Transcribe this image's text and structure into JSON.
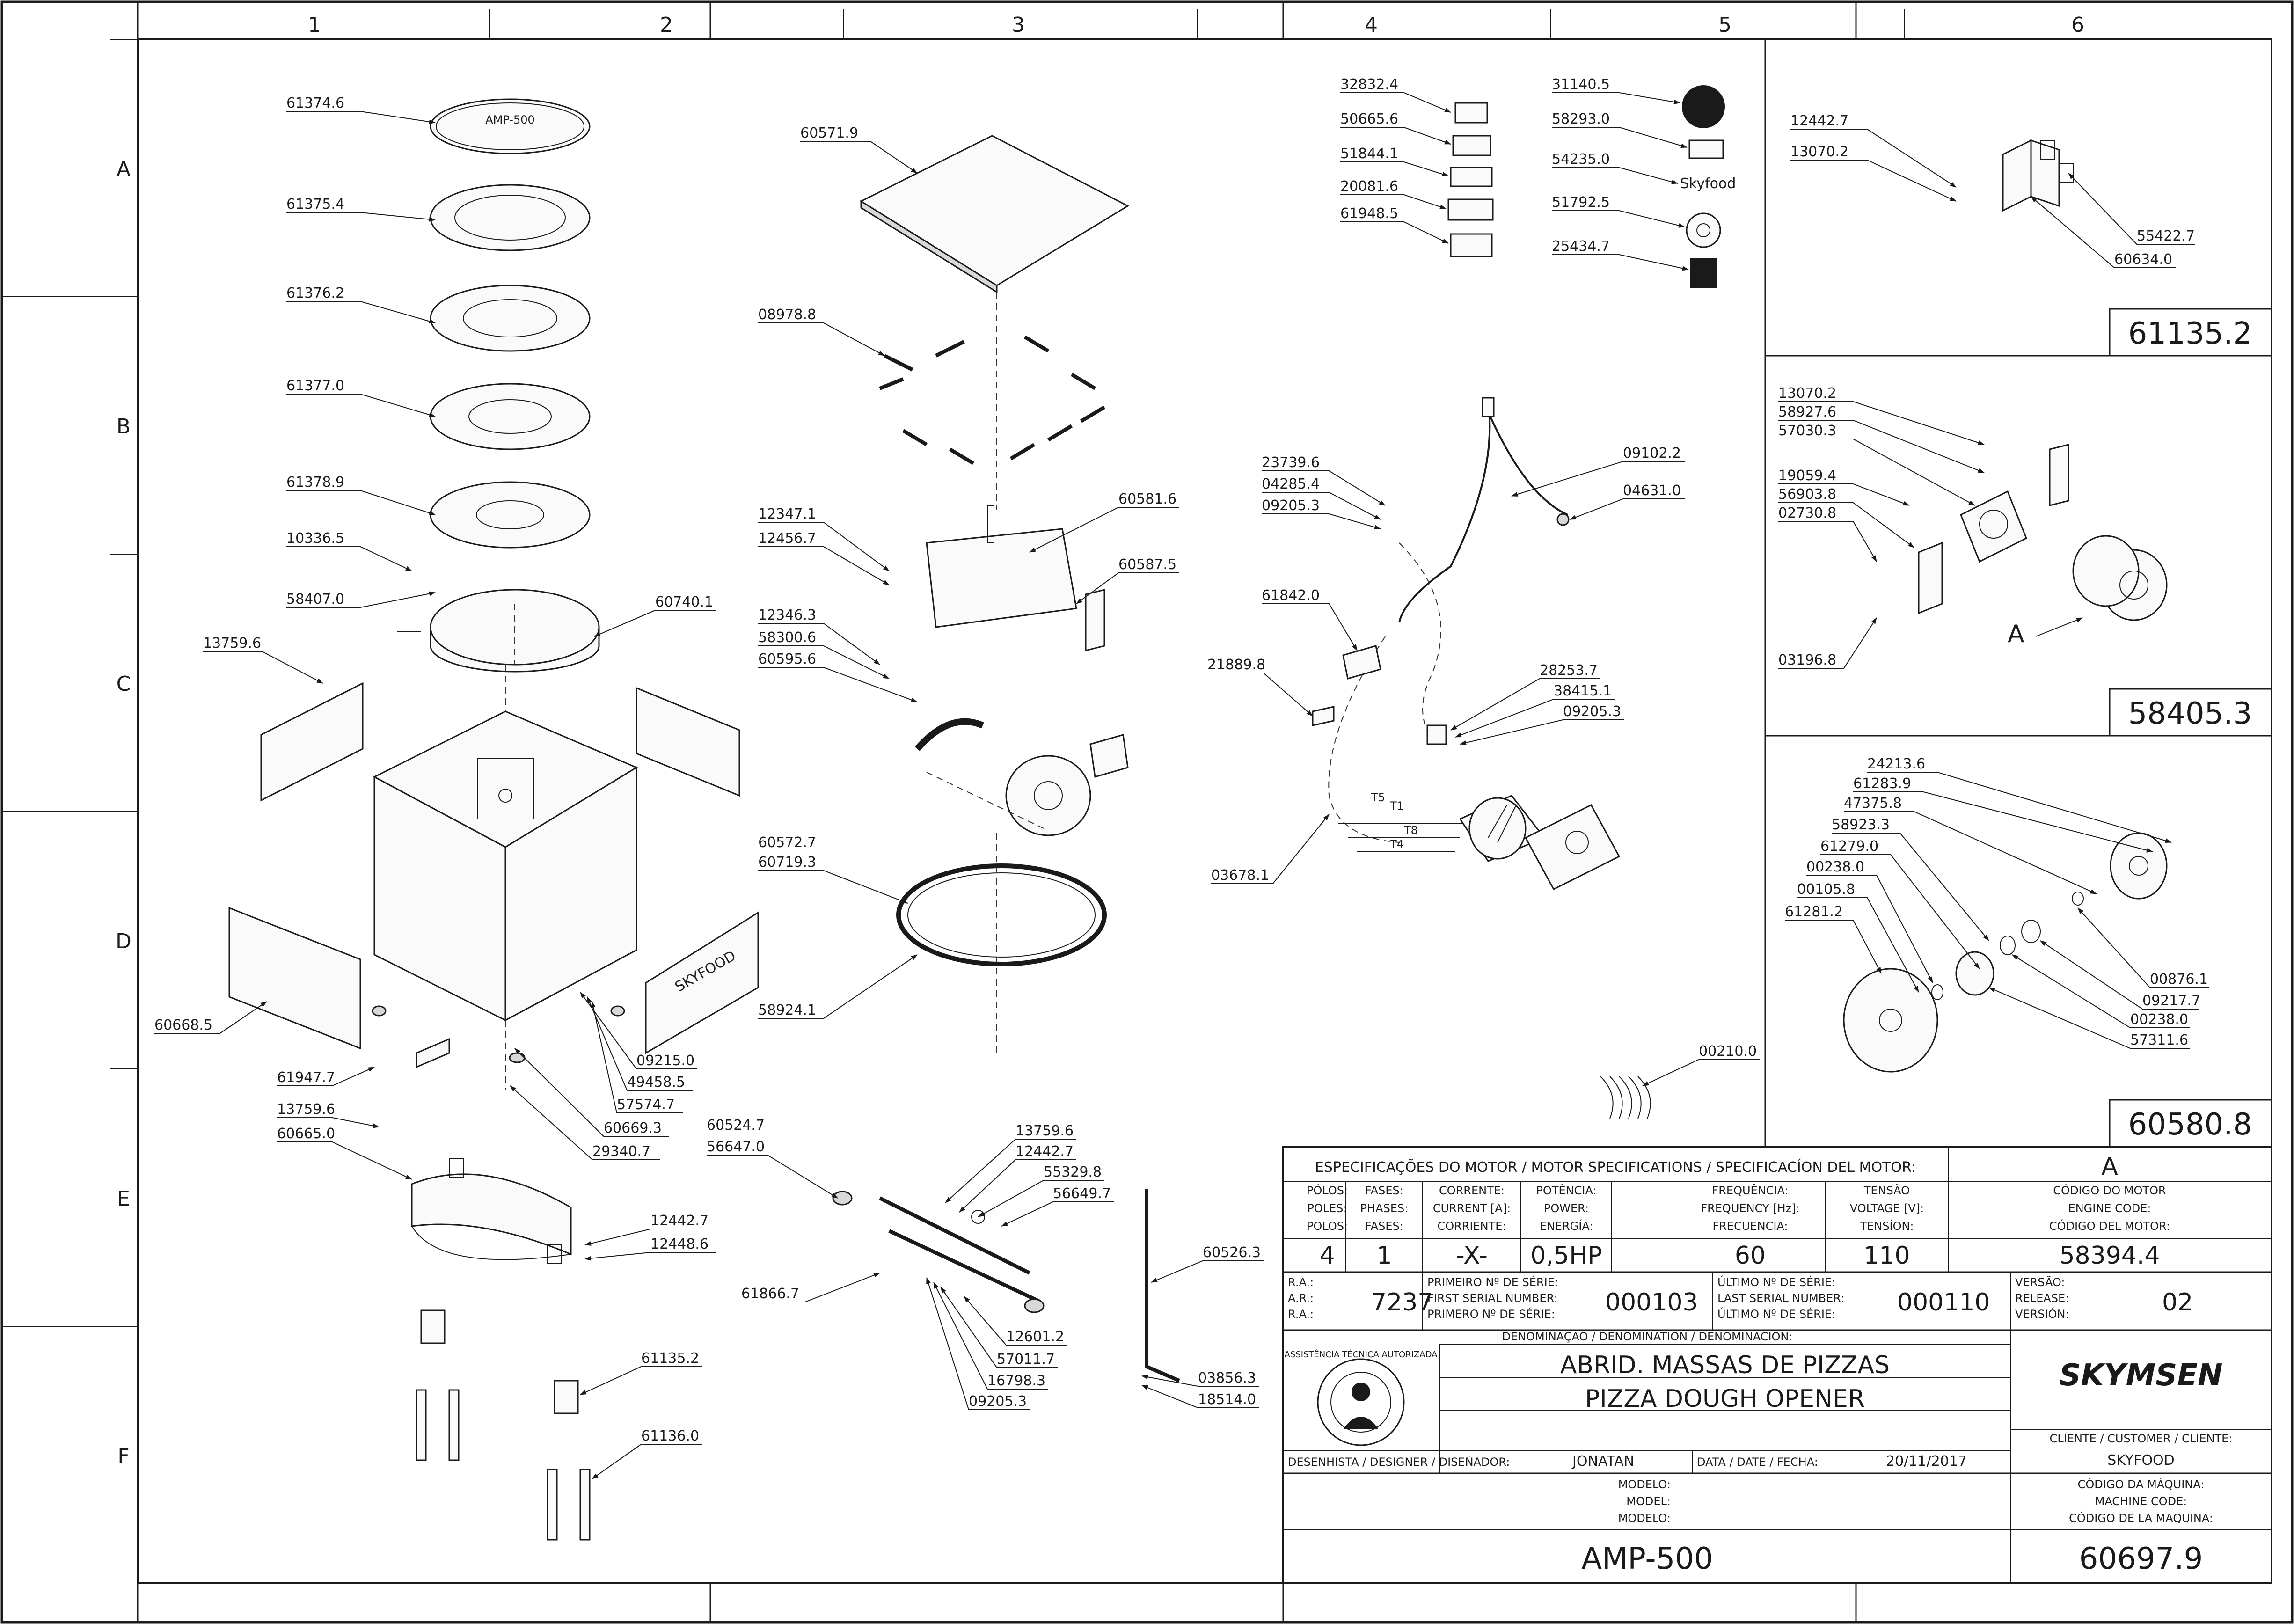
{
  "grid": {
    "columns": [
      "1",
      "2",
      "3",
      "4",
      "5",
      "6"
    ],
    "rows": [
      "A",
      "B",
      "C",
      "D",
      "E",
      "F"
    ]
  },
  "callouts": {
    "c61374_6": "61374.6",
    "c61375_4": "61375.4",
    "c61376_2": "61376.2",
    "c61377_0": "61377.0",
    "c61378_9": "61378.9",
    "c10336_5": "10336.5",
    "c58407_0": "58407.0",
    "c60740_1": "60740.1",
    "c13759_6a": "13759.6",
    "c60668_5": "60668.5",
    "c60669_3": "60669.3",
    "c29340_7": "29340.7",
    "c09215_0": "09215.0",
    "c49458_5": "49458.5",
    "c57574_7": "57574.7",
    "c61947_7": "61947.7",
    "c13759_6b": "13759.6",
    "c60665_0": "60665.0",
    "c12442_7a": "12442.7",
    "c12448_6": "12448.6",
    "c61135_2a": "61135.2",
    "c61136_0": "61136.0",
    "c60571_9": "60571.9",
    "c08978_8": "08978.8",
    "c12347_1": "12347.1",
    "c12456_7": "12456.7",
    "c60581_6": "60581.6",
    "c60587_5": "60587.5",
    "c12346_3": "12346.3",
    "c58300_6": "58300.6",
    "c60595_6": "60595.6",
    "c60572_7": "60572.7",
    "c60719_3": "60719.3",
    "c58924_1": "58924.1",
    "c60524_7": "60524.7",
    "c56647_0": "56647.0",
    "c13759_6c": "13759.6",
    "c12442_7b": "12442.7",
    "c55329_8": "55329.8",
    "c56649_7": "56649.7",
    "c60526_3": "60526.3",
    "c61866_7": "61866.7",
    "c12601_2": "12601.2",
    "c57011_7": "57011.7",
    "c16798_3": "16798.3",
    "c09205_3a": "09205.3",
    "c03856_3": "03856.3",
    "c18514_0": "18514.0",
    "c32832_4": "32832.4",
    "c50665_6": "50665.6",
    "c51844_1": "51844.1",
    "c20081_6": "20081.6",
    "c61948_5": "61948.5",
    "c31140_5": "31140.5",
    "c58293_0": "58293.0",
    "c54235_0": "54235.0",
    "c51792_5": "51792.5",
    "c25434_7": "25434.7",
    "c23739_6": "23739.6",
    "c04285_4": "04285.4",
    "c09205_3b": "09205.3",
    "c09102_2": "09102.2",
    "c04631_0": "04631.0",
    "c61842_0": "61842.0",
    "c21889_8": "21889.8",
    "c28253_7": "28253.7",
    "c38415_1": "38415.1",
    "c09205_3c": "09205.3",
    "c03678_1": "03678.1",
    "c00210_0": "00210.0",
    "wT5": "T5",
    "wT1": "T1",
    "wT8": "T8",
    "wT4": "T4",
    "c12442_7c": "12442.7",
    "c13070_2a": "13070.2",
    "c55422_7": "55422.7",
    "c60634_0": "60634.0",
    "c13070_2b": "13070.2",
    "c58927_6": "58927.6",
    "c57030_3": "57030.3",
    "c19059_4": "19059.4",
    "c56903_8": "56903.8",
    "c02730_8": "02730.8",
    "c03196_8": "03196.8",
    "motor_ref": "A",
    "c24213_6": "24213.6",
    "c61283_9": "61283.9",
    "c47375_8": "47375.8",
    "c58923_3": "58923.3",
    "c61279_0": "61279.0",
    "c00238_0a": "00238.0",
    "c00105_8": "00105.8",
    "c61281_2": "61281.2",
    "c00876_1": "00876.1",
    "c09217_7": "09217.7",
    "c00238_0b": "00238.0",
    "c57311_6": "57311.6"
  },
  "part_labels": {
    "disc_text1": "AMP-500",
    "base_logo": "SKYFOOD",
    "sticker_logo": "Skyfood"
  },
  "sub_assemblies": {
    "box1": "61135.2",
    "box2": "58405.3",
    "box3": "60580.8"
  },
  "title_block": {
    "motor_spec_header": "ESPECIFICAÇÕES DO MOTOR / MOTOR SPECIFICATIONS / SPECIFICACÍON DEL MOTOR:",
    "motor_ref": "A",
    "poles_h": [
      "PÓLOS:",
      "POLES:",
      "POLOS:"
    ],
    "phases_h": [
      "FASES:",
      "PHASES:",
      "FASES:"
    ],
    "current_h": [
      "CORRENTE:",
      "CURRENT [A]:",
      "CORRIENTE:"
    ],
    "power_h": [
      "POTÊNCIA:",
      "POWER:",
      "ENERGÍA:"
    ],
    "freq_h": [
      "FREQUÊNCIA:",
      "FREQUENCY [Hz]:",
      "FRECUENCIA:"
    ],
    "voltage_h": [
      "TENSÃO",
      "VOLTAGE [V]:",
      "TENSÍON:"
    ],
    "engine_code_h": [
      "CÓDIGO DO MOTOR",
      "ENGINE CODE:",
      "CÓDIGO DEL MOTOR:"
    ],
    "poles": "4",
    "phases": "1",
    "current": "-X-",
    "power": "0,5HP",
    "freq": "60",
    "voltage": "110",
    "engine_code": "58394.4",
    "ra_h": [
      "R.A.:",
      "A.R.:",
      "R.A.:"
    ],
    "ra": "7237",
    "first_serial_h": [
      "PRIMEIRO Nº DE SÉRIE:",
      "FIRST SERIAL NUMBER:",
      "PRIMERO Nº DE SÉRIE:"
    ],
    "first_serial": "000103",
    "last_serial_h": [
      "ÚLTIMO Nº DE SÉRIE:",
      "LAST SERIAL NUMBER:",
      "ÚLTIMO Nº DE SÉRIE:"
    ],
    "last_serial": "000110",
    "version_h": [
      "VERSÃO:",
      "RELEASE:",
      "VERSIÓN:"
    ],
    "version": "02",
    "denomination_h": "DENOMINAÇÃO / DENOMINATION / DENOMINACIÓN:",
    "name_pt": "ABRID. MASSAS DE PIZZAS",
    "name_en": "PIZZA DOUGH OPENER",
    "seal_text": "ASSISTÊNCIA TÉCNICA AUTORIZADA",
    "brand": "SKYMSEN",
    "customer_h": "CLIENTE / CUSTOMER / CLIENTE:",
    "customer": "SKYFOOD",
    "designer_h": "DESENHISTA / DESIGNER / DISEÑADOR:",
    "designer": "JONATAN",
    "date_h": "DATA / DATE / FECHA:",
    "date": "20/11/2017",
    "model_h": [
      "MODELO:",
      "MODEL:",
      "MODELO:"
    ],
    "machine_code_h": [
      "CÓDIGO DA MÁQUINA:",
      "MACHINE CODE:",
      "CÓDIGO DE LA MAQUINA:"
    ],
    "model": "AMP-500",
    "machine_code": "60697.9"
  }
}
